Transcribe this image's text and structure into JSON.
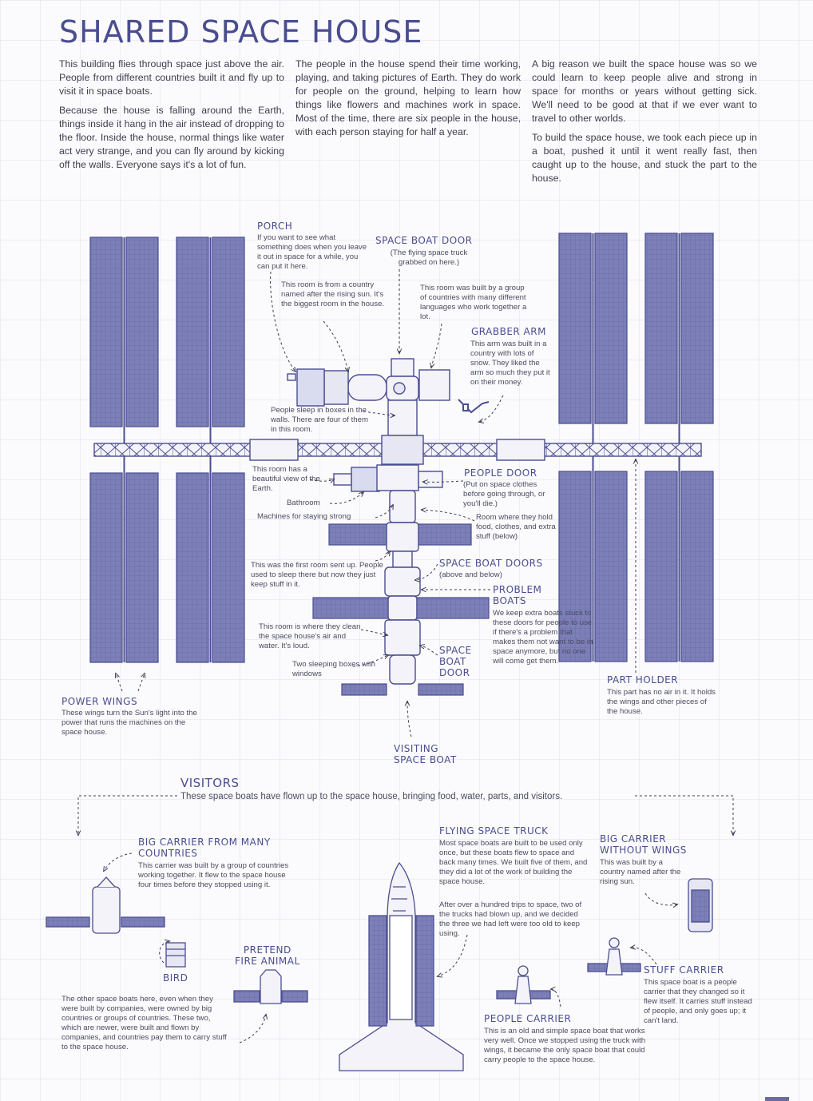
{
  "title": "SHARED SPACE HOUSE",
  "intro": {
    "col1_p1": "This building flies through space just above the air. People from different countries built it and fly up to visit it in space boats.",
    "col1_p2": "Because the house is falling around the Earth, things inside it hang in the air instead of dropping to the floor. Inside the house, normal things like water act very strange, and you can fly around by kicking off the walls. Everyone says it's a lot of fun.",
    "col2_p1": "The people in the house spend their time working, playing, and taking pictures of Earth. They do work for people on the ground, helping to learn how things like flowers and machines work in space. Most of the time, there are six people in the house, with each person staying for half a year.",
    "col3_p1": "A big reason we built the space house was so we could learn to keep people alive and strong in space for months or years without getting sick. We'll need to be good at that if we ever want to travel to other worlds.",
    "col3_p2": "To build the space house, we took each piece up in a boat, pushed it until it went really fast, then caught up to the house, and stuck the part to the house."
  },
  "station": {
    "porch": {
      "title": "PORCH",
      "text": "If you want to see what something does when you leave it out in space for a while, you can put it here."
    },
    "sun_room": "This room is from a country named after the rising sun. It's the biggest room in the house.",
    "boat_door_top": {
      "title": "SPACE BOAT DOOR",
      "text": "(The flying space truck grabbed on here.)"
    },
    "languages_room": "This room was built by a group of countries with many different languages who work together a lot.",
    "grabber_arm": {
      "title": "GRABBER ARM",
      "text": "This arm was built in a country with lots of snow. They liked the arm so much they put it on their money."
    },
    "sleep_boxes": "People sleep in boxes in the walls. There are four of them in this room.",
    "view_room": "This room has a beautiful view of the Earth.",
    "bathroom": "Bathroom",
    "machines": "Machines for staying strong",
    "people_door": {
      "title": "PEOPLE DOOR",
      "text": "(Put on space clothes before going through, or you'll die.)"
    },
    "storage_room": "Room where they hold food, clothes, and extra stuff (below)",
    "first_room": "This was the first room sent up. People used to sleep there but now they just keep stuff in it.",
    "boat_doors": {
      "title": "SPACE BOAT DOORS",
      "text": "(above and below)"
    },
    "problem_boats": {
      "title": "PROBLEM\nBOATS",
      "text": "We keep extra boats stuck to these doors for people to use if there's a problem that makes them not want to be in space anymore, but no one will come get them."
    },
    "clean_room": "This room is where they clean the space house's air and water. It's loud.",
    "two_sleeping": "Two sleeping boxes with windows",
    "boat_door_bottom": {
      "title": "SPACE\nBOAT\nDOOR"
    },
    "power_wings": {
      "title": "POWER WINGS",
      "text": "These wings turn the Sun's light into the power that runs the machines on the space house."
    },
    "part_holder": {
      "title": "PART HOLDER",
      "text": "This part has no air in it. It holds the wings and other pieces of the house."
    },
    "visiting_boat": {
      "title": "VISITING\nSPACE BOAT"
    }
  },
  "visitors": {
    "title": "VISITORS",
    "subtitle": "These space boats have flown up to the space house, bringing food, water, parts, and visitors.",
    "big_carrier": {
      "title": "BIG CARRIER FROM MANY\nCOUNTRIES",
      "text": "This carrier was built by a group of countries working together. It flew to the space house four times before they stopped using it."
    },
    "bird": {
      "title": "BIRD"
    },
    "fire_animal": {
      "title": "PRETEND\nFIRE ANIMAL"
    },
    "companies_note": "The other space boats here, even when they were built by companies, were owned by big countries or groups of countries. These two, which are newer, were built and flown by companies, and countries pay them to carry stuff to the space house.",
    "truck": {
      "title": "FLYING SPACE TRUCK",
      "text1": "Most space boats are built to be used only once, but these boats flew to space and back many times. We built five of them, and they did a lot of the work of building the space house.",
      "text2": "After over a hundred trips to space, two of the trucks had blown up, and we decided the three we had left were too old to keep using."
    },
    "big_carrier_nowings": {
      "title": "BIG CARRIER\nWITHOUT WINGS",
      "text": "This was built by a country named after the rising sun."
    },
    "stuff_carrier": {
      "title": "STUFF CARRIER",
      "text": "This space boat is a people carrier that they changed so it flew itself. It carries stuff instead of people, and only goes up; it can't land."
    },
    "people_carrier": {
      "title": "PEOPLE CARRIER",
      "text": "This is an old and simple space boat that works very well. Once we stopped using the truck with wings, it became the only space boat that could carry people to the space house."
    }
  },
  "colors": {
    "ink": "#4a4d8f",
    "panel": "#7d80b8",
    "line": "#565a96",
    "text": "#3d3d4f"
  }
}
